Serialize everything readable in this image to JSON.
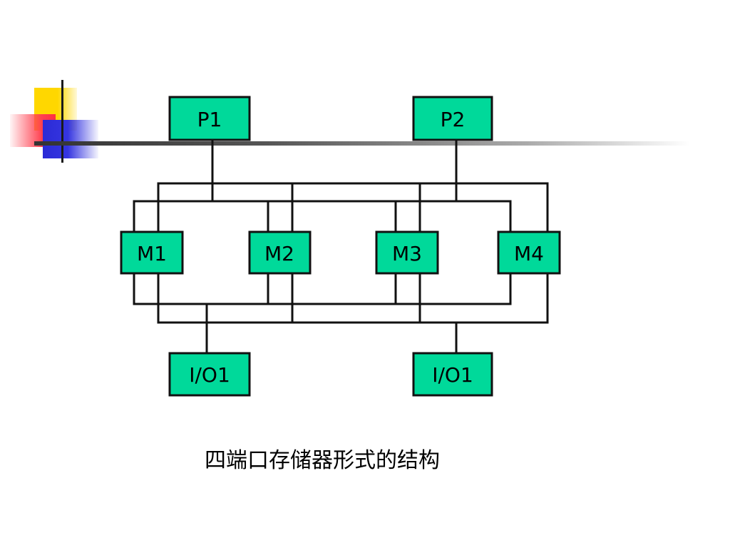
{
  "nodes": {
    "p1": "P1",
    "p2": "P2",
    "m1": "M1",
    "m2": "M2",
    "m3": "M3",
    "m4": "M4",
    "io_left": "I/O1",
    "io_right": "I/O1"
  },
  "caption": "四端口存储器形式的结构",
  "colors": {
    "box_fill": "#00d99a",
    "line": "#111111"
  }
}
